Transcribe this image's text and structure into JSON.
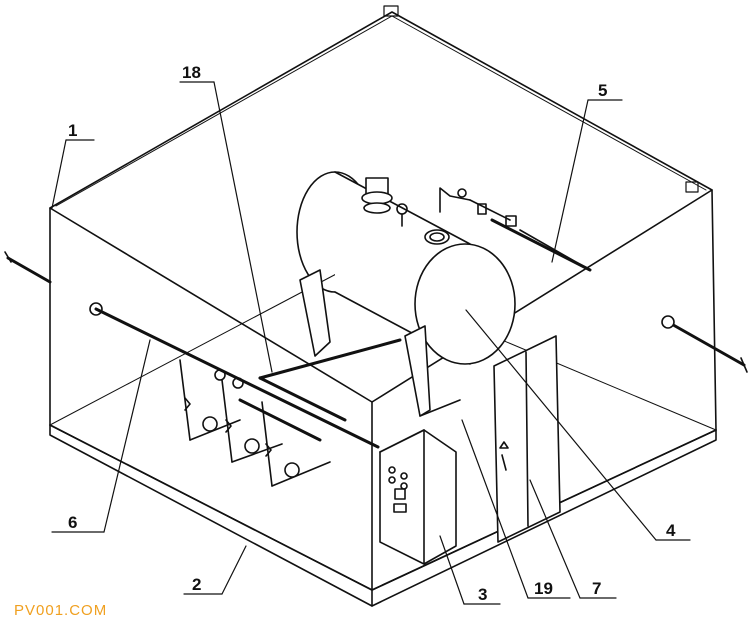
{
  "labels": {
    "l1": "1",
    "l2": "2",
    "l3": "3",
    "l4": "4",
    "l5": "5",
    "l6": "6",
    "l7": "7",
    "l18": "18",
    "l19": "19"
  },
  "watermark": "PV001.COM",
  "colors": {
    "line": "#111111",
    "watermark": "#f0a020"
  }
}
